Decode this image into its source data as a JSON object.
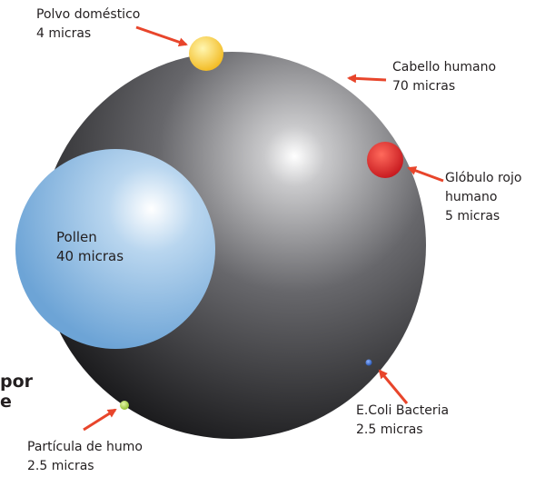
{
  "title_fragment": [
    "por",
    "e"
  ],
  "items": {
    "dust": {
      "name": "Polvo doméstico",
      "size": "4 micras",
      "color": "#f6c324"
    },
    "hair": {
      "name": "Cabello humano",
      "size": "70 micras",
      "color": "#2d2d2f"
    },
    "red_cell": {
      "name_line1": "Glóbulo rojo",
      "name_line2": "humano",
      "size": "5 micras",
      "color": "#d9221f"
    },
    "pollen": {
      "name": "Pollen",
      "size": "40 micras",
      "color": "#7fb1dc"
    },
    "ecoli": {
      "name": "E.Coli Bacteria",
      "size": "2.5 micras",
      "color": "#2d5fc4"
    },
    "smoke": {
      "name": "Partícula de humo",
      "size": "2.5 micras",
      "color": "#a6ce39"
    }
  },
  "arrow_color": "#e8452b"
}
